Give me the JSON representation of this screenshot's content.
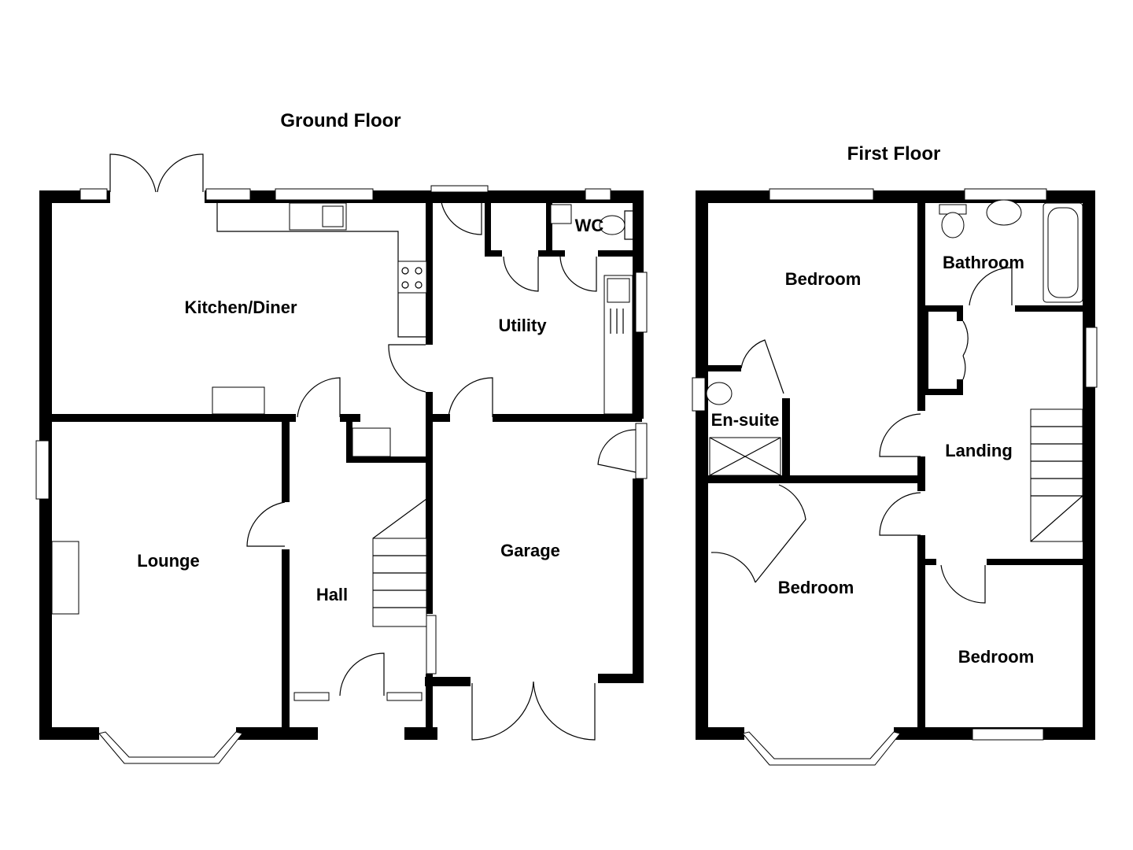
{
  "floors": [
    {
      "title": "Ground Floor",
      "rooms": [
        "Kitchen/Diner",
        "Utility",
        "WC",
        "Lounge",
        "Hall",
        "Garage"
      ]
    },
    {
      "title": "First Floor",
      "rooms": [
        "Bedroom",
        "Bathroom",
        "En-suite",
        "Landing",
        "Bedroom",
        "Bedroom"
      ]
    }
  ]
}
